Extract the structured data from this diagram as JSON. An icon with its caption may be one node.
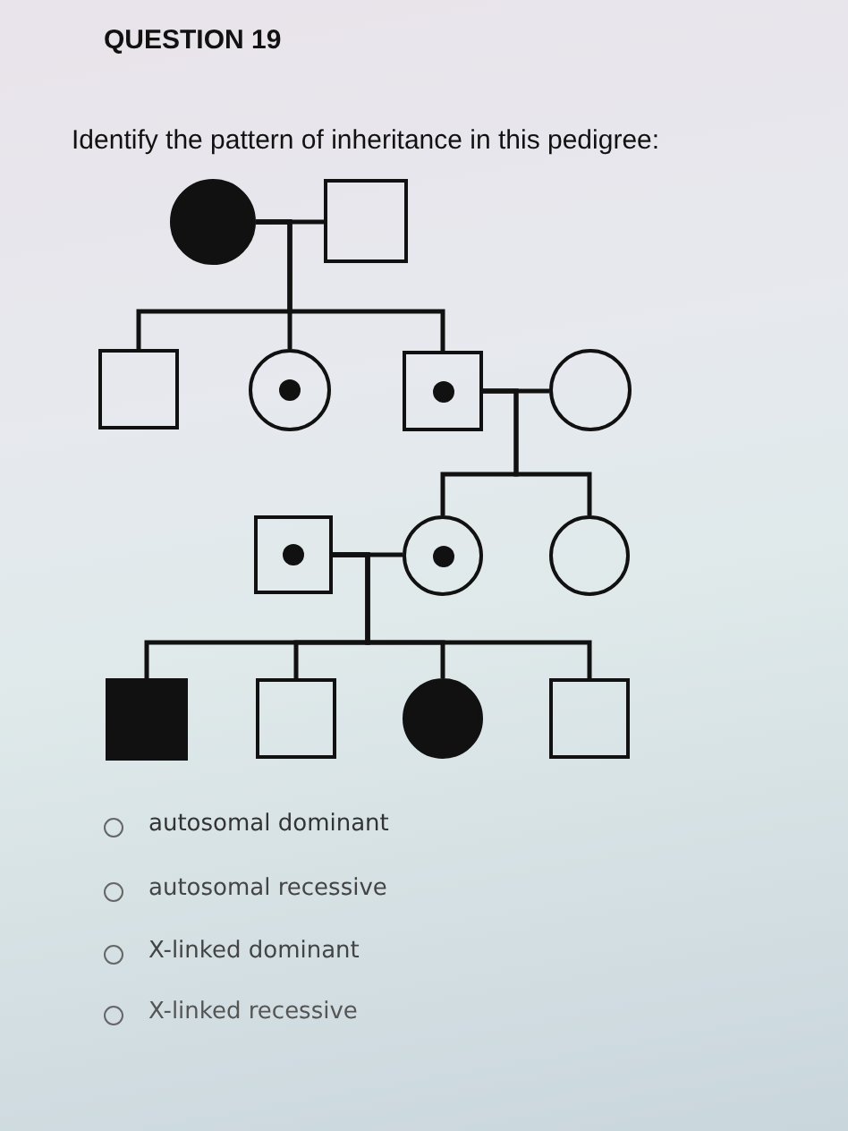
{
  "diagram": {
    "title": "QUESTION 19",
    "nodes": [
      {
        "text": [],
        "shape": "circle"
      },
      {
        "text": [],
        "shape": "box"
      },
      {
        "text": [],
        "shape": "box"
      },
      {
        "text": [],
        "shape": "circle"
      },
      {
        "text": [],
        "shape": "box"
      },
      {
        "text": [],
        "shape": "circle"
      },
      {
        "text": [],
        "shape": "box"
      },
      {
        "text": [],
        "shape": "circle"
      },
      {
        "text": [],
        "shape": "circle"
      },
      {
        "text": [],
        "shape": "box"
      },
      {
        "text": [],
        "shape": "box"
      },
      {
        "text": [],
        "shape": "circle"
      },
      {
        "text": [],
        "shape": "box"
      }
    ],
    "edges": [
      {
        "from": 0,
        "to": 1,
        "arrow": "none"
      },
      {
        "from": 0,
        "to": 2,
        "arrow": "none"
      },
      {
        "from": 0,
        "to": 3,
        "arrow": "none"
      },
      {
        "from": 0,
        "to": 4,
        "arrow": "none"
      },
      {
        "from": 4,
        "to": 5,
        "arrow": "none"
      },
      {
        "from": 4,
        "to": 7,
        "arrow": "none"
      },
      {
        "from": 4,
        "to": 8,
        "arrow": "none"
      },
      {
        "from": 6,
        "to": 7,
        "arrow": "none"
      },
      {
        "from": 6,
        "to": 9,
        "arrow": "none"
      },
      {
        "from": 6,
        "to": 10,
        "arrow": "none"
      },
      {
        "from": 6,
        "to": 11,
        "arrow": "none"
      },
      {
        "from": 6,
        "to": 12,
        "arrow": "none"
      }
    ],
    "labels": [
      "Identify the pattern of inheritance in this pedigree:",
      "autosomal dominant",
      "autosomal recessive",
      "X-linked dominant",
      "X-linked recessive"
    ]
  }
}
